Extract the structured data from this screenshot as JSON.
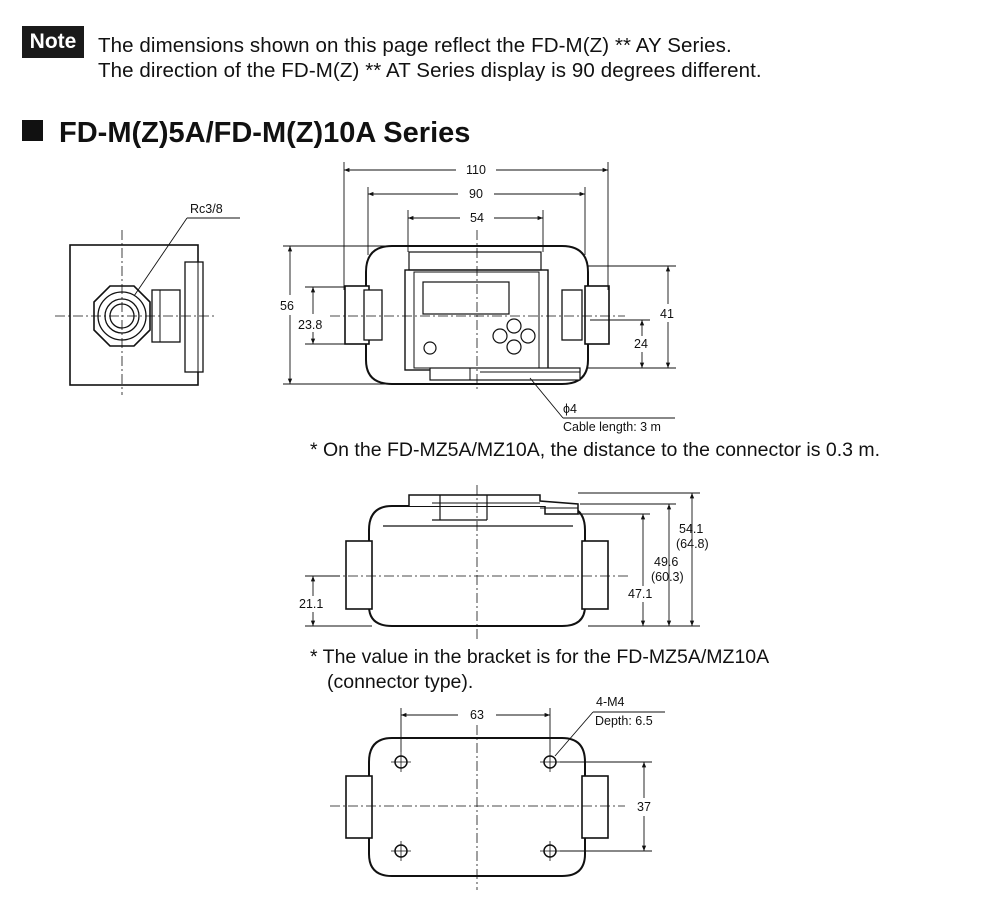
{
  "note": {
    "badge": "Note",
    "line1": "The dimensions shown on this page reflect the FD-M(Z) ** AY Series.",
    "line2": "The direction of the FD-M(Z) ** AT Series display is 90 degrees different."
  },
  "section": {
    "title": "FD-M(Z)5A/FD-M(Z)10A Series"
  },
  "front_view": {
    "dims": {
      "overall_width": "110",
      "width_90": "90",
      "width_54": "54",
      "height_56": "56",
      "height_23_8": "23.8",
      "height_41": "41",
      "height_24": "24"
    },
    "cable": {
      "phi": "ϕ4",
      "length": "Cable length: 3 m"
    },
    "footnote": "* On the FD-MZ5A/MZ10A, the distance to the connector is 0.3 m."
  },
  "side_view": {
    "port_label": "Rc3/8"
  },
  "back_view": {
    "dims": {
      "height_21_1": "21.1",
      "h_54_1": "54.1",
      "h_64_8": "(64.8)",
      "h_49_6": "49.6",
      "h_60_3": "(60.3)",
      "h_47_1": "47.1"
    },
    "footnote_line1": "* The value in the bracket is for the FD-MZ5A/MZ10A",
    "footnote_line2": "(connector type)."
  },
  "bottom_view": {
    "dims": {
      "width_63": "63",
      "height_37": "37"
    },
    "thread_label": "4-M4",
    "depth_label": "Depth: 6.5"
  }
}
